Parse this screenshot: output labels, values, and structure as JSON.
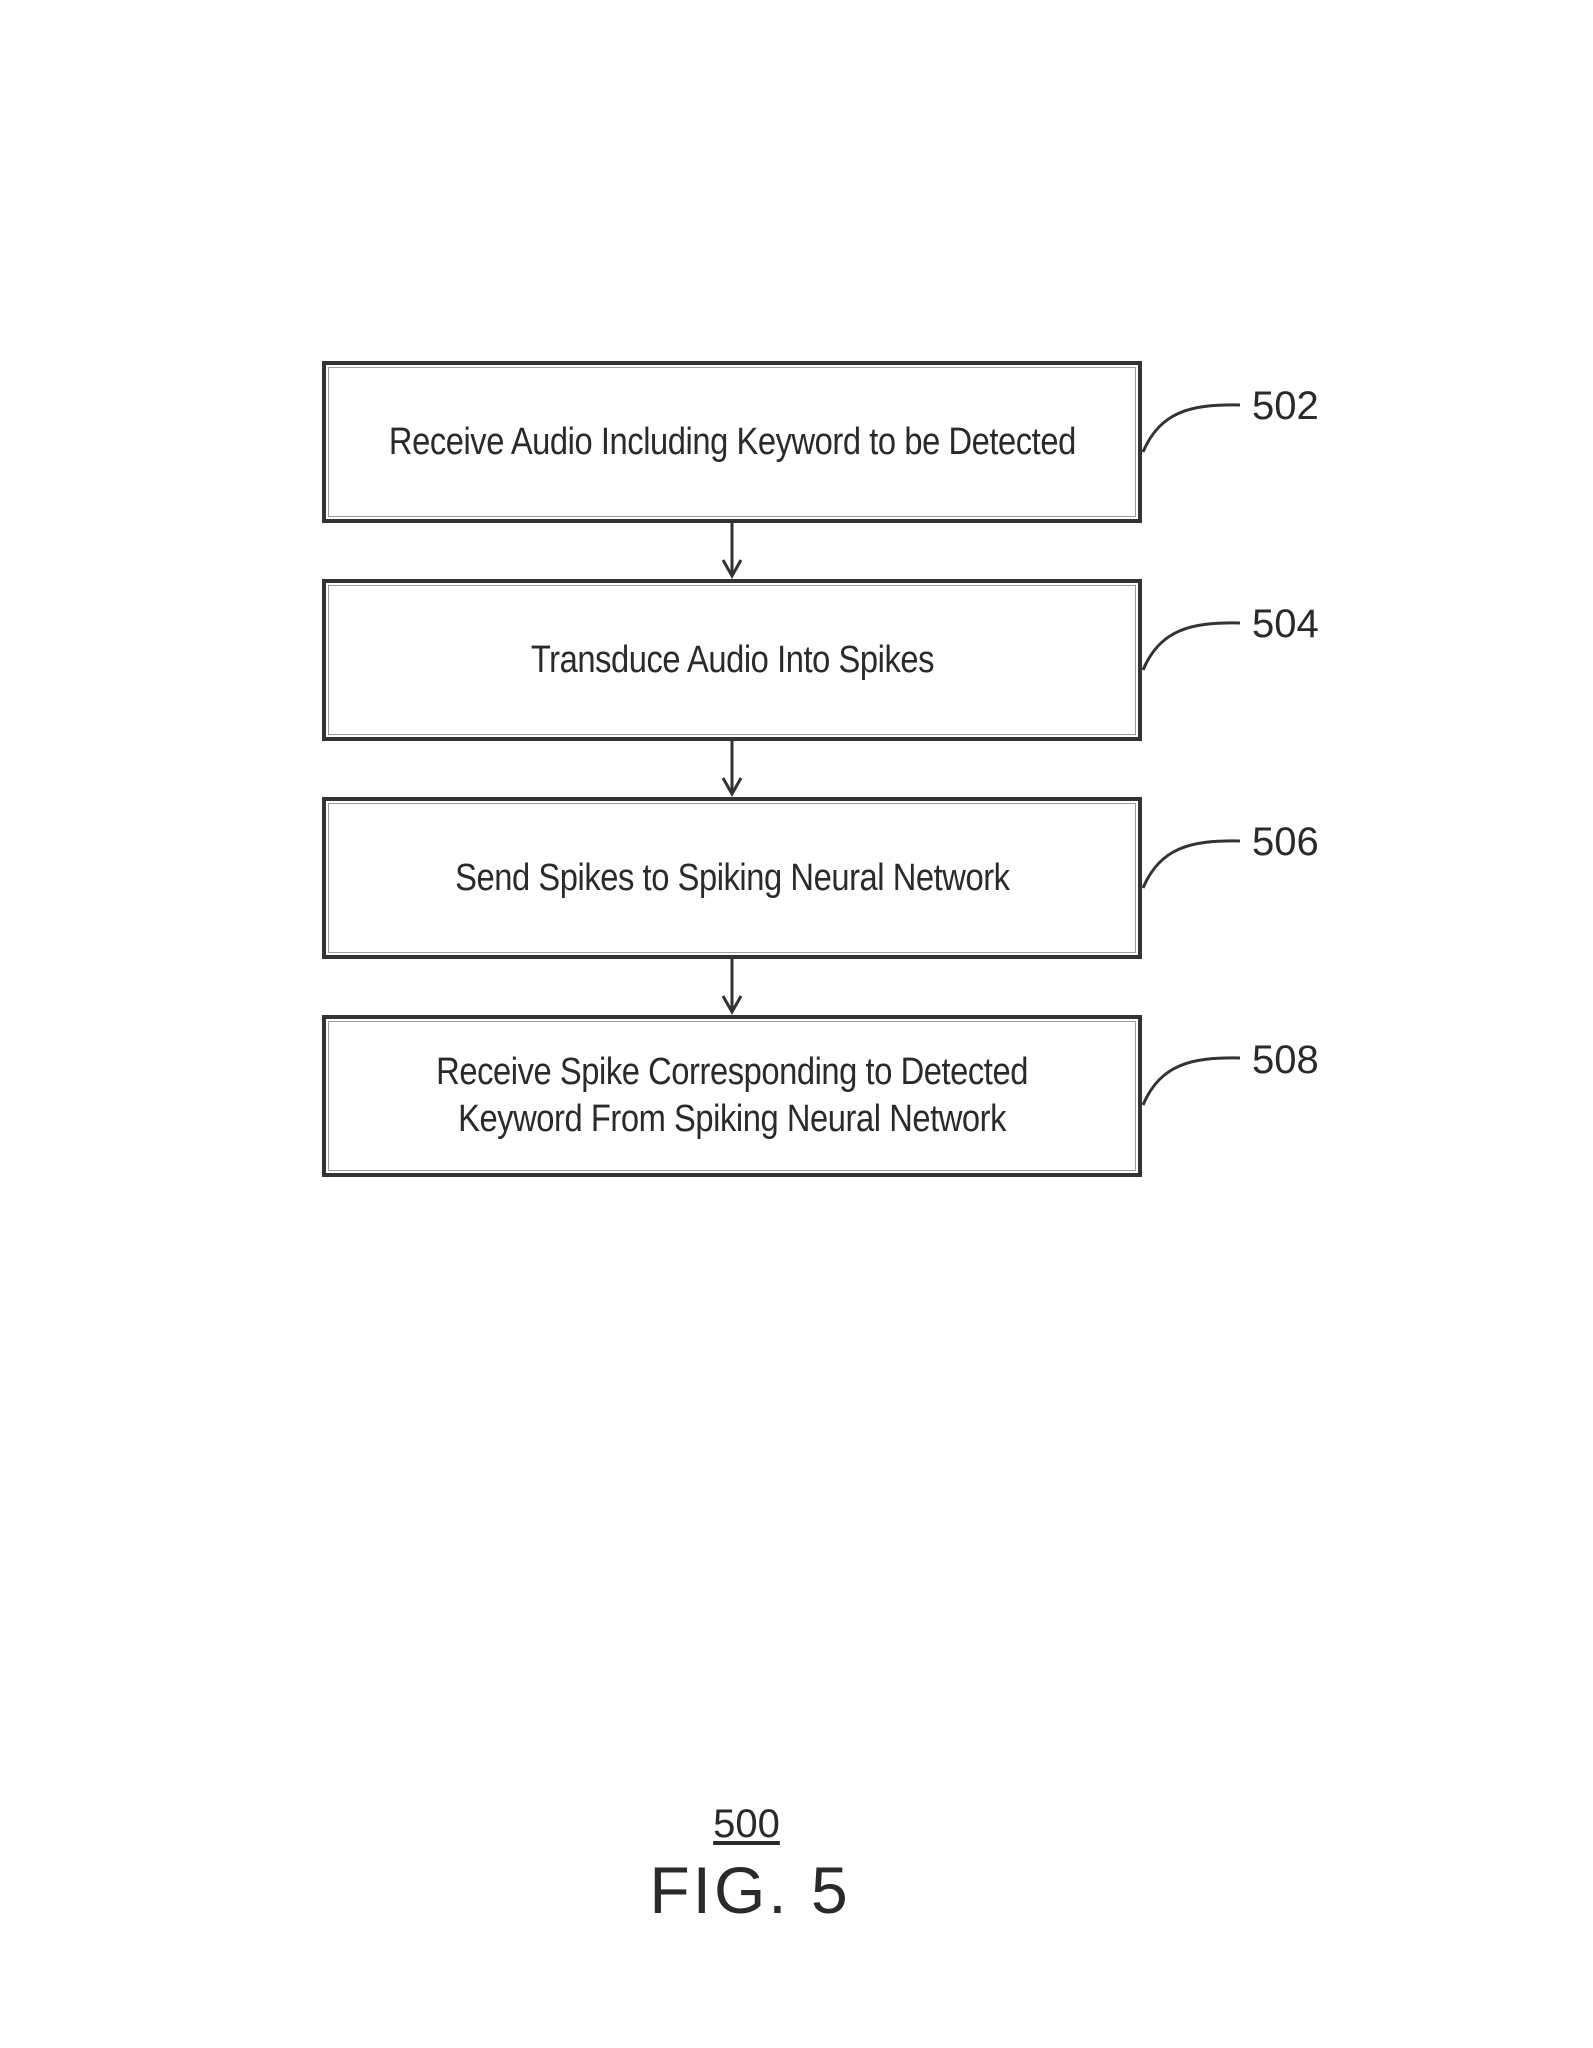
{
  "steps": [
    {
      "text": "Receive Audio Including Keyword to be Detected",
      "ref": "502"
    },
    {
      "text": "Transduce Audio Into Spikes",
      "ref": "504"
    },
    {
      "text": "Send Spikes to Spiking Neural Network",
      "ref": "506"
    },
    {
      "text": "Receive Spike Corresponding to Detected\nKeyword From Spiking Neural Network",
      "ref": "508"
    }
  ],
  "figure": {
    "number": "500",
    "title": "FIG. 5"
  }
}
